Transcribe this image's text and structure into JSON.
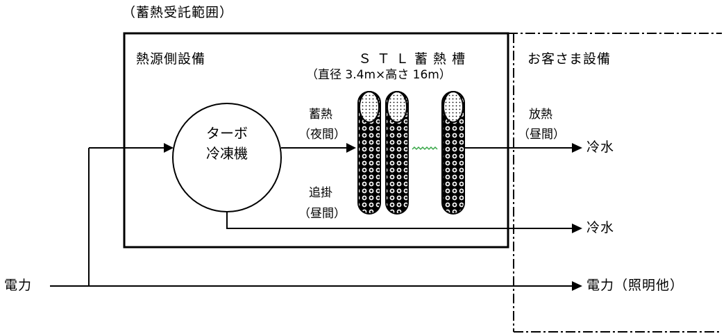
{
  "title": "（蓄熱受託範囲）",
  "heat_source": {
    "label": "熱源側設備"
  },
  "customer": {
    "label": "お客さま設備"
  },
  "tank": {
    "name": "ＳＴＬ蓄熱槽",
    "spec": "（直径 3.4m×高さ 16m）"
  },
  "turbo": {
    "line1": "ターボ",
    "line2": "冷凍機"
  },
  "flows": {
    "storage": "蓄熱",
    "storage_time": "（夜間）",
    "supplement": "追掛",
    "supplement_time": "（昼間）",
    "discharge": "放熱",
    "discharge_time": "（昼間）"
  },
  "outputs": {
    "chilled_water_1": "冷水",
    "chilled_water_2": "冷水",
    "power_other": "電力（照明他）"
  },
  "power_in": "電力"
}
